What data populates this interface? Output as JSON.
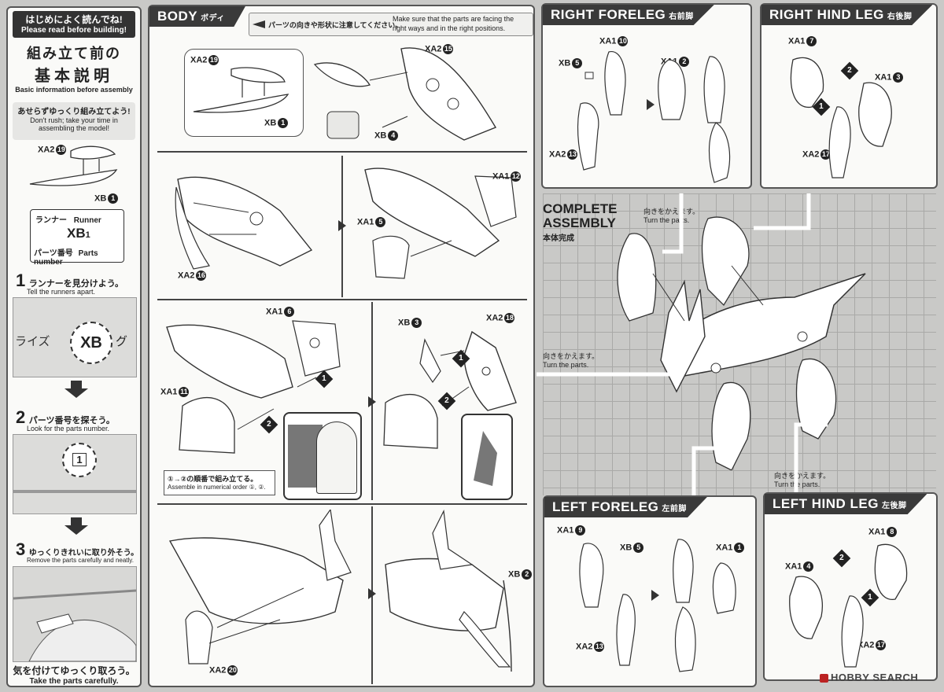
{
  "left_column": {
    "read_jp": "はじめによく読んでね!",
    "read_en": "Please read before building!",
    "title_jp_1": "組み立て前の",
    "title_jp_2": "基本説明",
    "basic_en": "Basic information before assembly",
    "norush_jp": "あせらずゆっくり組み立てよう!",
    "norush_en_1": "Don't rush; take your time in",
    "norush_en_2": "assembling the model!",
    "demo_label_1": "XA2",
    "demo_num_1": "19",
    "demo_label_2": "XB",
    "demo_num_2": "1",
    "runner_jp": "ランナー",
    "runner_en": "Runner",
    "xb_big": "XB",
    "xb_big_num": "1",
    "partsnum_jp": "パーツ番号",
    "partsnum_en": "Parts number",
    "step1_num": "1",
    "step1_jp": "ランナーを見分けよう。",
    "step1_en": "Tell the runners apart.",
    "runner_sample_text": "ライズ",
    "runner_sample_code": "XB",
    "runner_sample_g": "グ",
    "step2_num": "2",
    "step2_jp": "パーツ番号を探そう。",
    "step2_en": "Look for the parts number.",
    "step2_tag": "1",
    "step3_num": "3",
    "step3_jp": "ゆっくりきれいに取り外そう。",
    "step3_en": "Remove the parts carefully and neatly.",
    "careful_jp": "気を付けてゆっくり取ろう。",
    "careful_en": "Take the parts carefully."
  },
  "body": {
    "title": "BODY",
    "title_jp": "ボディ",
    "notice_jp": "パーツの向きや形状に注意してください。",
    "notice_en_1": "Make sure that the parts are facing the",
    "notice_en_2": "right ways and in the right positions.",
    "labels": {
      "xa2_19": "XA2",
      "n19": "19",
      "xb_1": "XB",
      "n1": "1",
      "xa2_15": "XA2",
      "n15": "15",
      "xb_4": "XB",
      "n4": "4",
      "xa2_16": "XA2",
      "n16": "16",
      "xa1_12": "XA1",
      "n12": "12",
      "xa1_5": "XA1",
      "n5": "5",
      "xa1_6": "XA1",
      "n6": "6",
      "xa1_11": "XA1",
      "n11": "11",
      "xb_3": "XB",
      "n3": "3",
      "xa2_18": "XA2",
      "n18": "18",
      "xa2_20": "XA2",
      "n20": "20",
      "xb_2": "XB",
      "n2": "2"
    },
    "order_jp": "①→②の順番で組み立てる。",
    "order_en": "Assemble in numerical order ①, ②."
  },
  "right_foreleg": {
    "title": "RIGHT FORELEG",
    "title_jp": "右前脚",
    "l1": "XA1",
    "n1": "10",
    "l2": "XB",
    "n2": "5",
    "l3": "XA1",
    "n3": "2",
    "l4": "XA2",
    "n4": "13"
  },
  "right_hind_leg": {
    "title": "RIGHT HIND LEG",
    "title_jp": "右後脚",
    "l1": "XA1",
    "n1": "7",
    "l2": "XA1",
    "n2": "3",
    "l3": "XA2",
    "n3": "17"
  },
  "complete": {
    "title_1": "COMPLETE",
    "title_2": "ASSEMBLY",
    "title_jp": "本体完成",
    "turn_jp": "向きをかえます。",
    "turn_en": "Turn the parts."
  },
  "left_foreleg": {
    "title": "LEFT FORELEG",
    "title_jp": "左前脚",
    "l1": "XA1",
    "n1": "9",
    "l2": "XB",
    "n2": "5",
    "l3": "XA1",
    "n3": "1",
    "l4": "XA2",
    "n4": "13"
  },
  "left_hind_leg": {
    "title": "LEFT HIND LEG",
    "title_jp": "左後脚",
    "l1": "XA1",
    "n1": "8",
    "l2": "XA1",
    "n2": "4",
    "l3": "XA2",
    "n3": "17"
  },
  "watermark": "HOBBY SEARCH"
}
